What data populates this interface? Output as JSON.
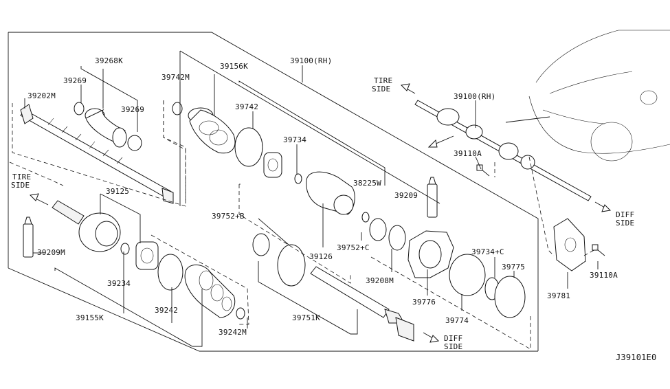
{
  "diagram_code": "J39101E0",
  "labels": {
    "p39100rh_top": "39100(RH)",
    "p39156k": "39156K",
    "p39742m": "39742M",
    "p39742": "39742",
    "p39734": "39734",
    "p38225w": "38225W",
    "p39209": "39209",
    "p39268k": "39268K",
    "p39269a": "39269",
    "p39269b": "39269",
    "p39202m": "39202M",
    "p39125": "39125",
    "p39209m": "39209M",
    "p39234": "39234",
    "p39155k": "39155K",
    "p39242": "39242",
    "p39242m": "39242M",
    "p39752b": "39752+B",
    "p39752c": "39752+C",
    "p39126": "39126",
    "p39208m": "39208M",
    "p39751k": "39751K",
    "p39776": "39776",
    "p39774": "39774",
    "p39734c": "39734+C",
    "p39775": "39775",
    "p39100rh_car": "39100(RH)",
    "p39110a_a": "39110A",
    "p39110a_b": "39110A",
    "p39781": "39781"
  },
  "direction": {
    "tire_side_left_1": "TIRE",
    "tire_side_left_2": "SIDE",
    "tire_side_right_1": "TIRE",
    "tire_side_right_2": "SIDE",
    "diff_side_bottom_1": "DIFF",
    "diff_side_bottom_2": "SIDE",
    "diff_side_right_1": "DIFF",
    "diff_side_right_2": "SIDE"
  }
}
